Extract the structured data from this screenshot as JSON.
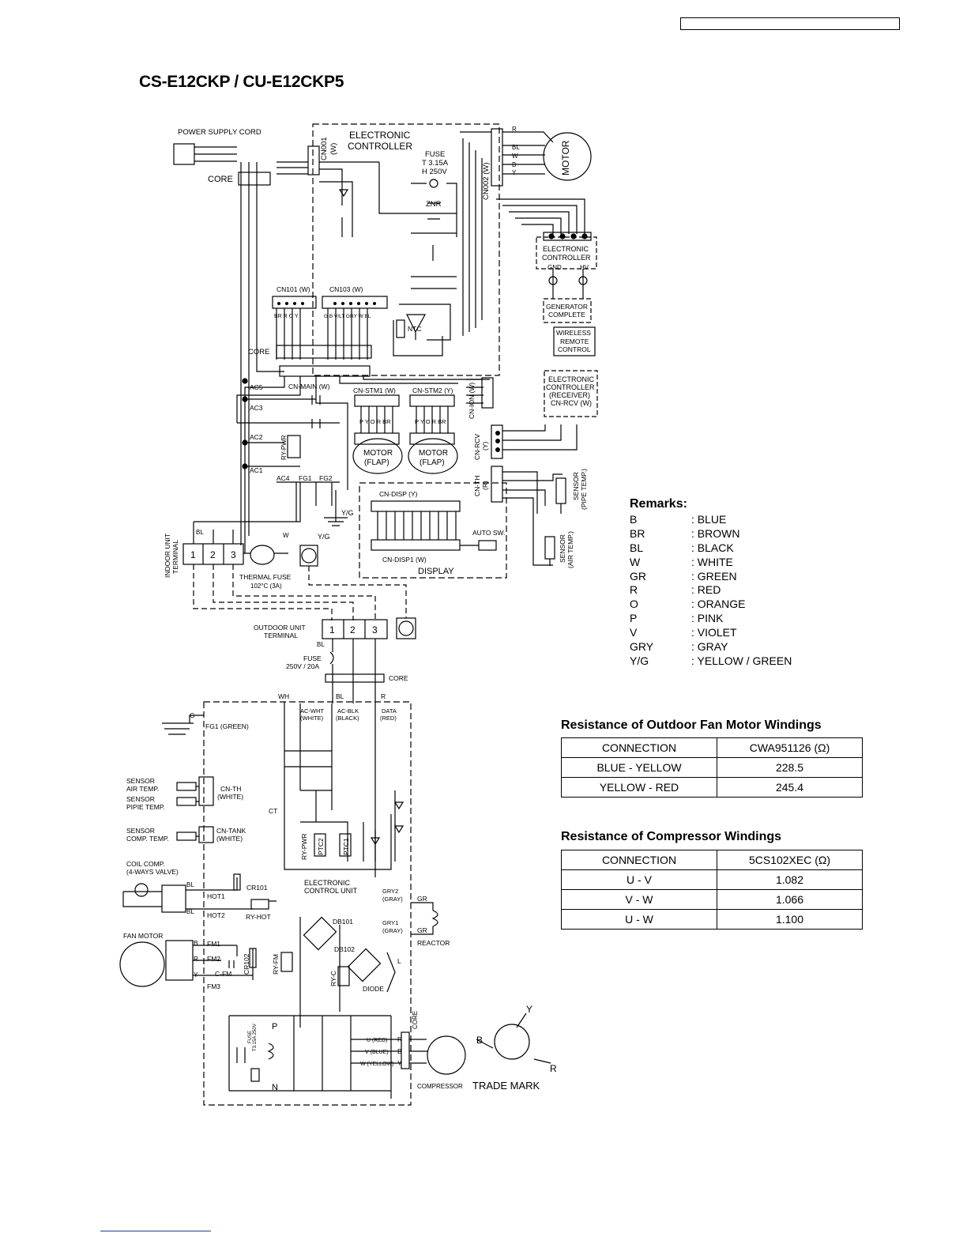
{
  "page": {
    "title": "CS-E12CKP / CU-E12CKP5"
  },
  "indoor": {
    "power_supply_cord": "POWER SUPPLY CORD",
    "core": "CORE",
    "electronic_controller": [
      "ELECTRONIC",
      "CONTROLLER"
    ],
    "cn001": [
      "CN001",
      "(W)"
    ],
    "fuse": [
      "FUSE",
      "T  3.15A",
      "H  250V"
    ],
    "znr": "ZNR",
    "cn002": "CN002 (W)",
    "motor": "MOTOR",
    "motor_wires": [
      "R",
      "BL",
      "W",
      "B",
      "Y"
    ],
    "ionizer_controller": [
      "ELECTRONIC",
      "CONTROLLER"
    ],
    "gnd": "GND",
    "hv": "HV",
    "generator": [
      "GENERATOR",
      "COMPLETE"
    ],
    "remote": [
      "WIRELESS",
      "REMOTE",
      "CONTROL"
    ],
    "receiver": [
      "ELECTRONIC",
      "CONTROLLER",
      "(RECEIVER)",
      "CN-RCV (W)"
    ],
    "cn101": "CN101 (W)",
    "cn103": "CN103 (W)",
    "cn101_wires": "BR R O Y",
    "cn103_wires": "G B V/LT GRY W BL",
    "ntc": "NTC",
    "core2": "CORE",
    "cn_main": "CN-MAIN (W)",
    "cn_stm1": "CN-STM1 (W)",
    "cn_stm2": "CN-STM2 (Y)",
    "cn_ion": "CN-ION (W)",
    "stm_wires": "P Y O R BR",
    "motor_flap": [
      "MOTOR",
      "(FLAP)"
    ],
    "ac_labels": [
      "AC5",
      "AC3",
      "AC2",
      "AC1",
      "AC4",
      "FG1",
      "FG2"
    ],
    "ry_pwr": "RY-PWR",
    "cn_rcv": [
      "CN-RCV",
      "(Y)"
    ],
    "cn_th": [
      "CN-TH",
      "(R)"
    ],
    "sensor_pipe": [
      "SENSOR",
      "(PIPE TEMP.)"
    ],
    "sensor_air": [
      "SENSOR",
      "(AIR TEMP.)"
    ],
    "cn_disp": "CN-DISP (Y)",
    "cn_disp1": "CN-DISP1 (W)",
    "display": "DISPLAY",
    "auto_sw": "AUTO SW.",
    "yg": "Y/G",
    "indoor_terminal": [
      "INDOOR UNIT",
      "TERMINAL"
    ],
    "terminal_numbers": [
      "1",
      "2",
      "3"
    ],
    "thermal_fuse": [
      "THERMAL FUSE",
      "102°C (3A)"
    ],
    "bl": "BL",
    "w": "W"
  },
  "outdoor": {
    "terminal": [
      "OUTDOOR UNIT",
      "TERMINAL"
    ],
    "fuse": [
      "FUSE",
      "250V / 20A"
    ],
    "core": "CORE",
    "wh": "WH",
    "bl": "BL",
    "r": "R",
    "g": "G",
    "fg1": "FG1 (GREEN)",
    "ac_wht": [
      "AC-WHT",
      "(WHITE)"
    ],
    "ac_blk": [
      "AC-BLK",
      "(BLACK)"
    ],
    "data": [
      "DATA",
      "(RED)"
    ],
    "sensor_air": [
      "SENSOR",
      "AIR TEMP."
    ],
    "sensor_pipe": [
      "SENSOR",
      "PIPIE TEMP."
    ],
    "cn_th": [
      "CN-TH",
      "(WHITE)"
    ],
    "sensor_comp": [
      "SENSOR",
      "COMP. TEMP."
    ],
    "cn_tank": [
      "CN-TANK",
      "(WHITE)"
    ],
    "ct": "CT",
    "ry_pwr": "RY-PWR",
    "ptc2": "PTC2",
    "ptc1": "PTC1",
    "coil": [
      "COIL COMP.",
      "(4-WAYS VALVE)"
    ],
    "hot1": "HOT1",
    "hot2": "HOT2",
    "cr101": "CR101",
    "ry_hot": "RY-HOT",
    "ecu": [
      "ELECTRONIC",
      "CONTROL UNIT"
    ],
    "gry2": [
      "GRY2",
      "(GRAY)"
    ],
    "gry1": [
      "GRY1",
      "(GRAY)"
    ],
    "gr": "GR",
    "reactor": "REACTOR",
    "db101": "DB101",
    "db102": "DB102",
    "diode": "DIODE",
    "fan_motor": "FAN MOTOR",
    "fm": [
      "FM1",
      "FM2",
      "FM3"
    ],
    "fm_wires": [
      "B",
      "R",
      "Y"
    ],
    "c_fm": "C-FM",
    "cr102": "CR102",
    "ry_fm": "RY-FM",
    "ry_c": "RY-C",
    "l": "L",
    "p": "P",
    "n": "N",
    "fuse_small": [
      "FUSE",
      "T3.15A 250V"
    ],
    "uvw": [
      "U (RED)",
      "V (BLUE)",
      "W (YELLOW)"
    ],
    "rby": [
      "R",
      "B",
      "Y"
    ],
    "core_v": "CORE",
    "compressor": "COMPRESSOR",
    "trademark": "TRADE MARK",
    "tm_letters": [
      "Y",
      "B",
      "R"
    ]
  },
  "remarks": {
    "title": "Remarks:",
    "items": [
      {
        "code": "B",
        "desc": ": BLUE"
      },
      {
        "code": "BR",
        "desc": ": BROWN"
      },
      {
        "code": "BL",
        "desc": ": BLACK"
      },
      {
        "code": "W",
        "desc": ": WHITE"
      },
      {
        "code": "GR",
        "desc": ": GREEN"
      },
      {
        "code": "R",
        "desc": ": RED"
      },
      {
        "code": "O",
        "desc": ": ORANGE"
      },
      {
        "code": "P",
        "desc": ": PINK"
      },
      {
        "code": "V",
        "desc": ": VIOLET"
      },
      {
        "code": "GRY",
        "desc": ": GRAY"
      },
      {
        "code": "Y/G",
        "desc": ": YELLOW / GREEN"
      }
    ]
  },
  "fan_table": {
    "title": "Resistance of Outdoor Fan Motor Windings",
    "headers": [
      "CONNECTION",
      "CWA951126 (Ω)"
    ],
    "rows": [
      [
        "BLUE - YELLOW",
        "228.5"
      ],
      [
        "YELLOW - RED",
        "245.4"
      ]
    ]
  },
  "comp_table": {
    "title": "Resistance of Compressor Windings",
    "headers": [
      "CONNECTION",
      "5CS102XEC (Ω)"
    ],
    "rows": [
      [
        "U - V",
        "1.082"
      ],
      [
        "V - W",
        "1.066"
      ],
      [
        "U - W",
        "1.100"
      ]
    ]
  }
}
